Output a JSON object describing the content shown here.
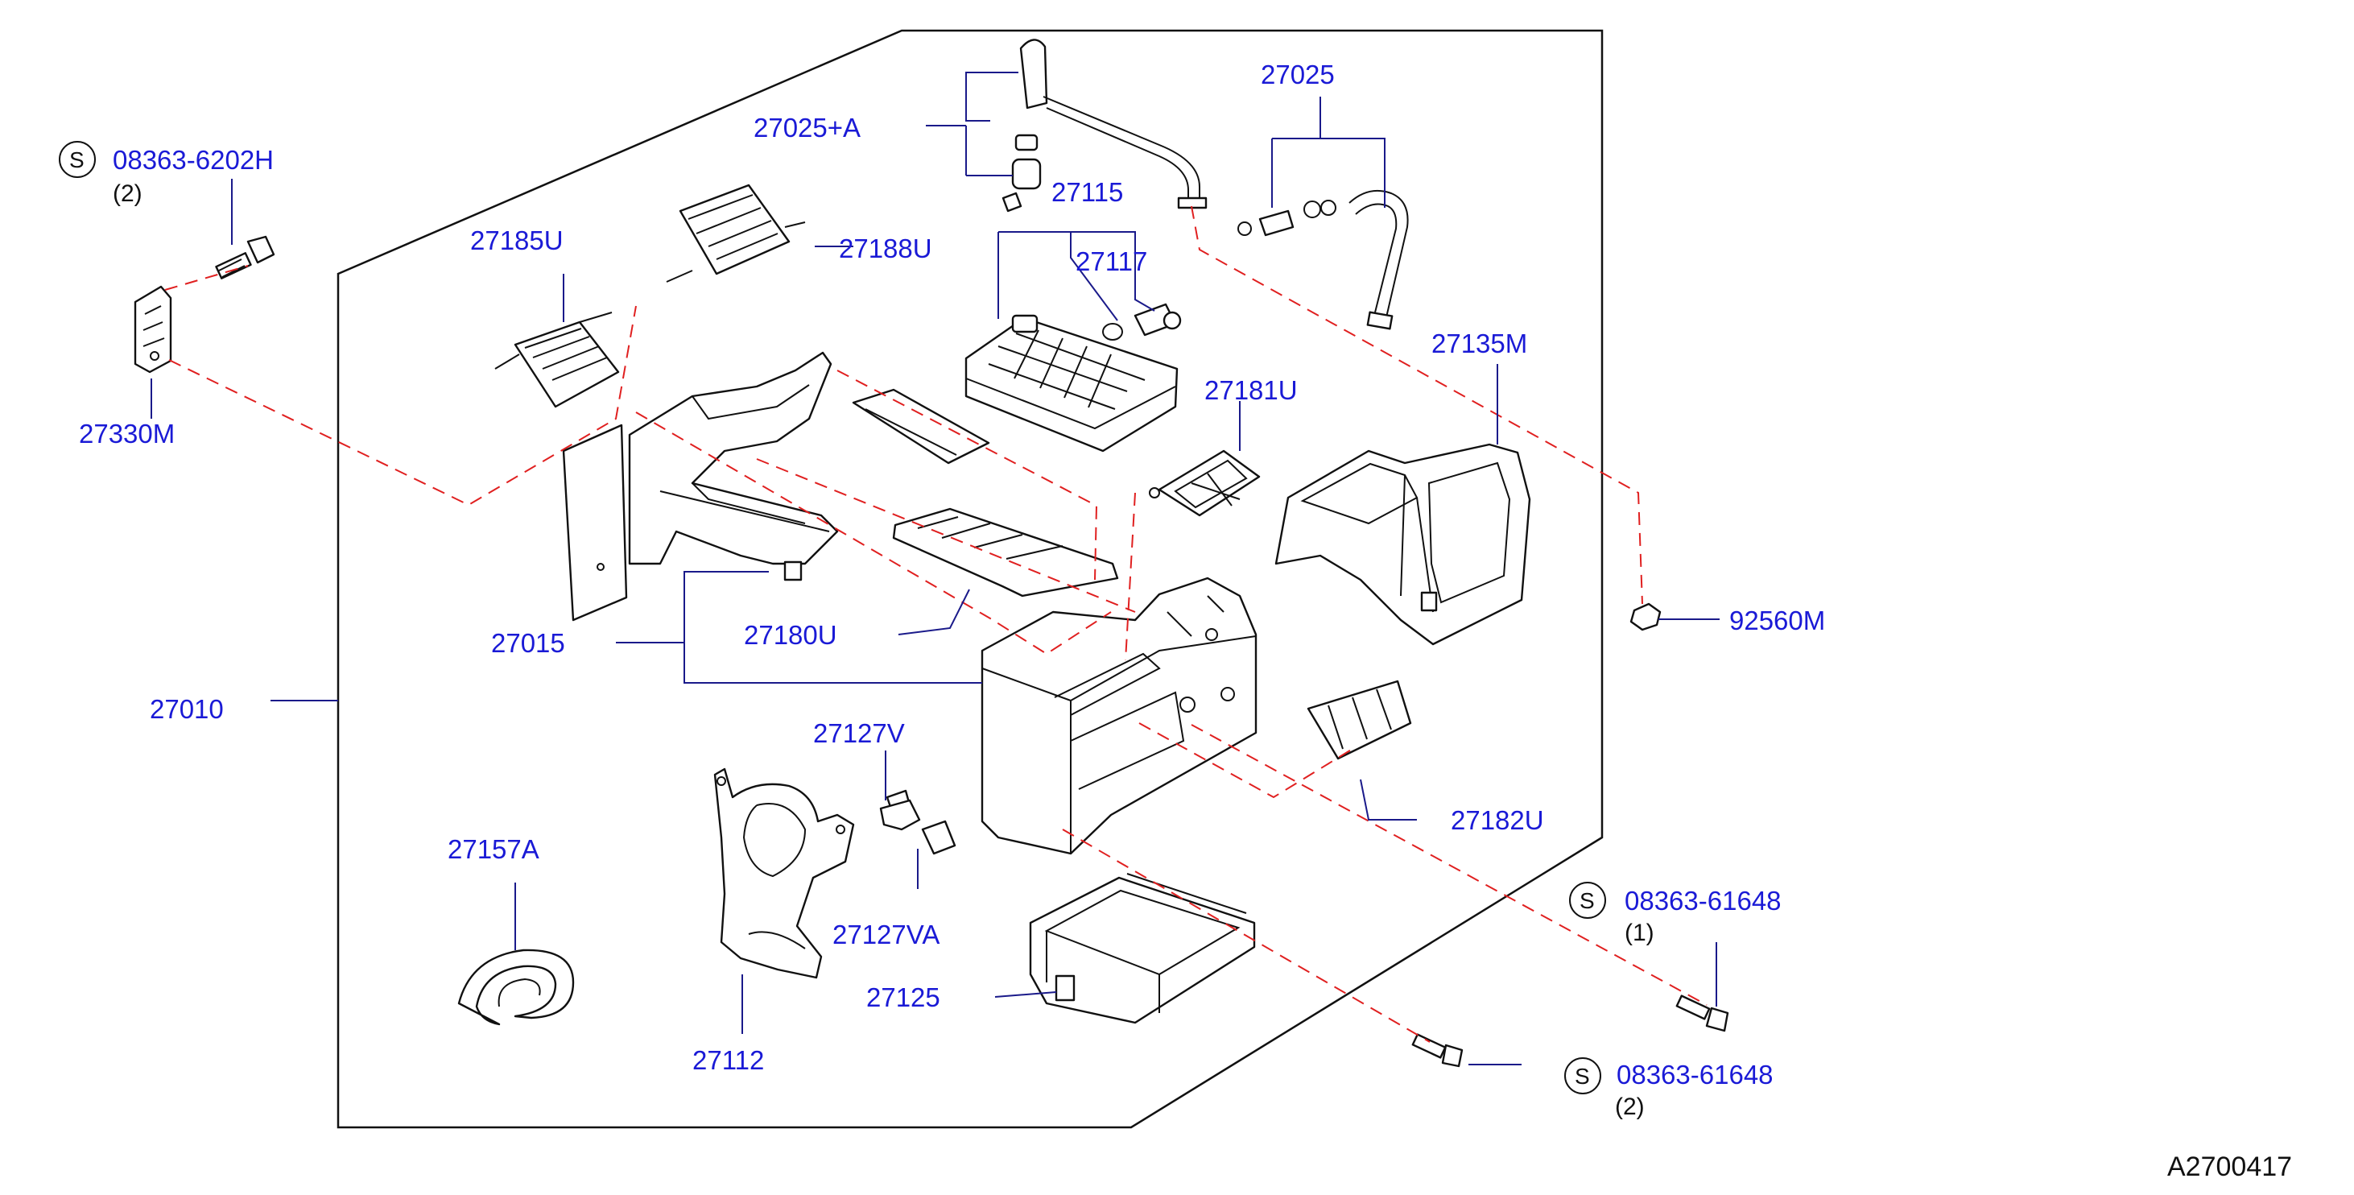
{
  "diagram": {
    "ref_code": "A2700417",
    "service_symbol": "S",
    "labels": {
      "p27025A": "27025+A",
      "p27025": "27025",
      "p08363_6202H": "08363-6202H",
      "p08363_6202H_qty": "(2)",
      "p27115": "27115",
      "p27117": "27117",
      "p27185U": "27185U",
      "p27188U": "27188U",
      "p27135M": "27135M",
      "p27181U": "27181U",
      "p27330M": "27330M",
      "p92560M": "92560M",
      "p27015": "27015",
      "p27180U": "27180U",
      "p27010": "27010",
      "p27127V": "27127V",
      "p27182U": "27182U",
      "p27157A": "27157A",
      "p27127VA": "27127VA",
      "p08363_61648_a": "08363-61648",
      "p08363_61648_a_qty": "(1)",
      "p27125": "27125",
      "p27112": "27112",
      "p08363_61648_b": "08363-61648",
      "p08363_61648_b_qty": "(2)"
    }
  }
}
